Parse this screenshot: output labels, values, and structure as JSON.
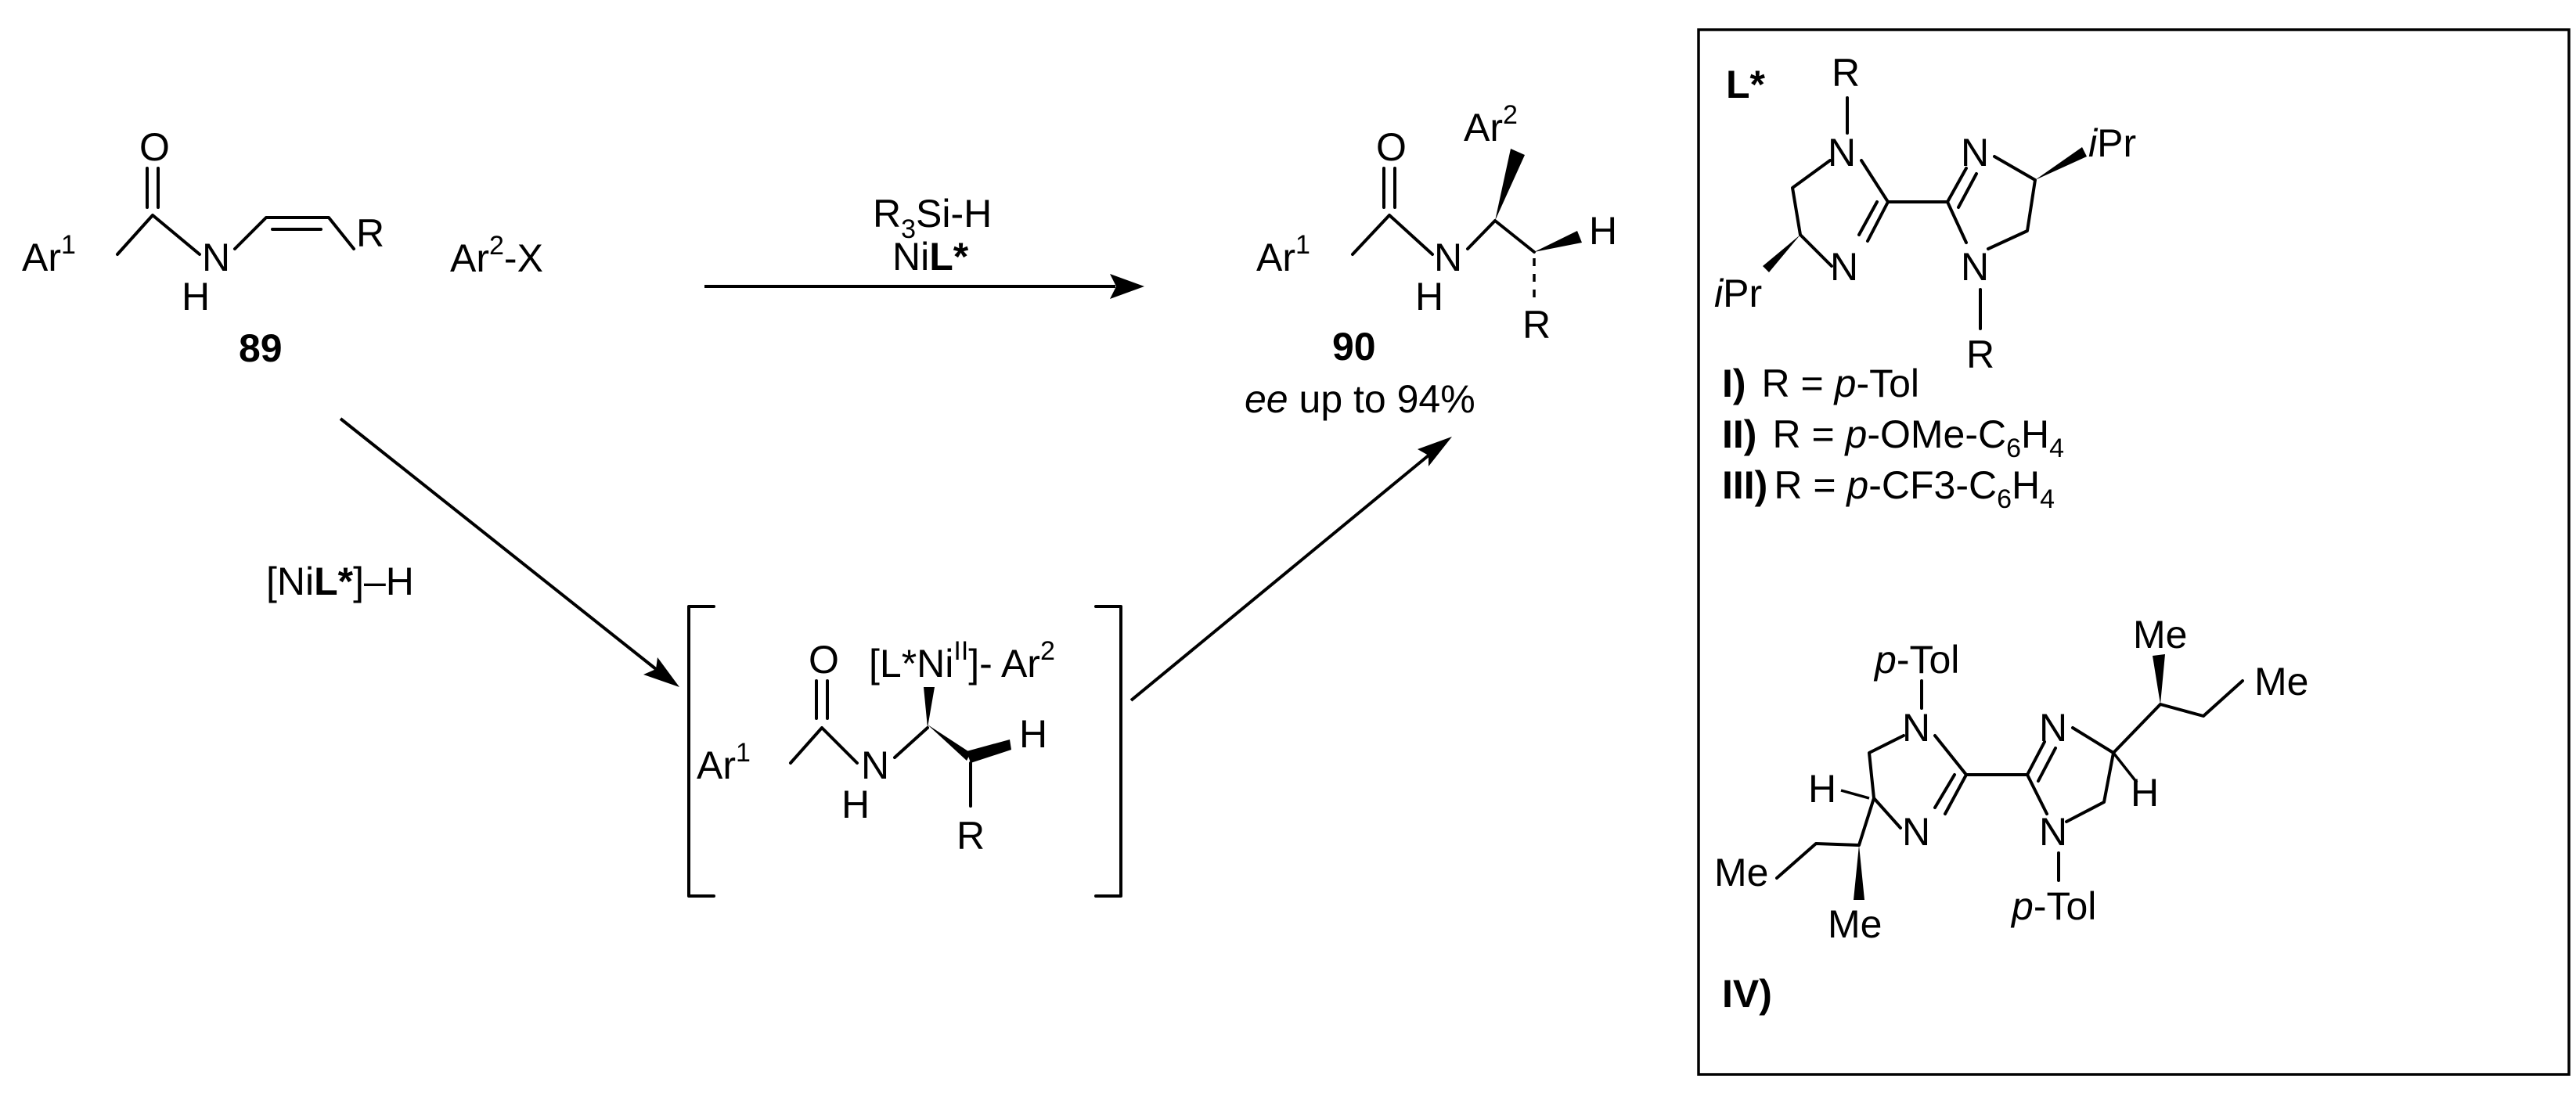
{
  "start": {
    "ar": "Ar",
    "ar_sup": "1",
    "O": "O",
    "N": "N",
    "H": "H",
    "R": "R",
    "number": "89"
  },
  "aryl_halide": {
    "ar": "Ar",
    "sup": "2",
    "x": "-X"
  },
  "reagents": {
    "line1_a": "R",
    "line1_sub": "3",
    "line1_b": "Si-H",
    "line2_a": "Ni",
    "line2_b": "L*"
  },
  "product": {
    "ar": "Ar",
    "ar_sup": "1",
    "ar2": "Ar",
    "ar2_sup": "2",
    "O": "O",
    "N": "N",
    "H": "H",
    "H2": "H",
    "R": "R",
    "number": "90",
    "ee_a": "ee",
    "ee_b": " up to 94%"
  },
  "nickel_hydride": {
    "a": "[Ni",
    "b": "L*",
    "c": "]–H"
  },
  "intermediate": {
    "ar": "Ar",
    "ar_sup": "1",
    "O": "O",
    "N": "N",
    "H": "H",
    "H2": "H",
    "R": "R",
    "ni_a": "[L*Ni",
    "ni_sup": "II",
    "ni_b": "]- Ar",
    "ni_sup2": "2"
  },
  "ligand_box": {
    "title": "L*",
    "R": "R",
    "N": "N",
    "ipr_i": "i",
    "ipr": "Pr",
    "variants": [
      {
        "label": "I)",
        "eq": "R = ",
        "p": "p",
        "rest": "-Tol",
        "sub": "",
        "tail": ""
      },
      {
        "label": "II)",
        "eq": "R = ",
        "p": "p",
        "rest": "-OMe-C",
        "sub": "6",
        "tail": "H",
        "sub2": "4"
      },
      {
        "label": "III)",
        "eq": "R = ",
        "p": "p",
        "rest": "-CF3-C",
        "sub": "6",
        "tail": "H",
        "sub2": "4"
      }
    ],
    "iv_label": "IV)",
    "ptol_p": "p",
    "ptol": "-Tol",
    "me": "Me",
    "H": "H"
  }
}
